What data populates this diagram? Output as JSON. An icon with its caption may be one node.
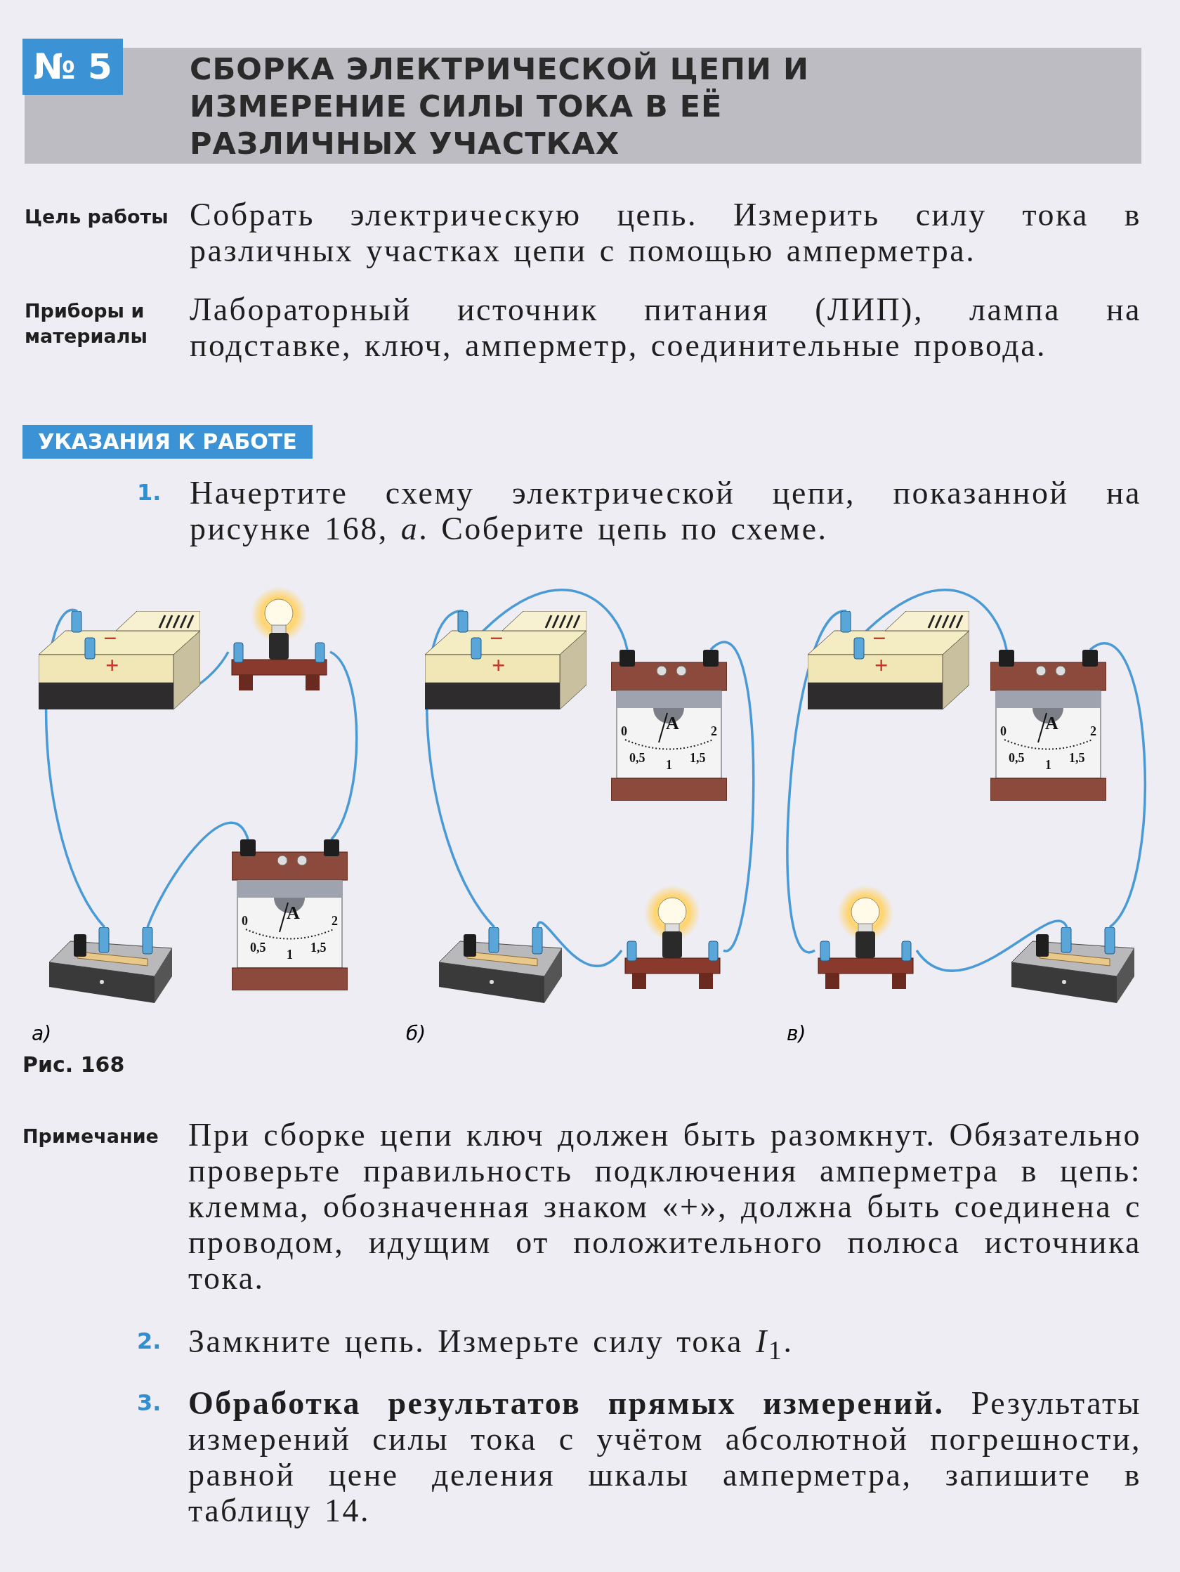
{
  "diagram": {
    "title": "СБОРКА ЭЛЕКТРИЧЕСКОЙ ЦЕПИ И ИЗМЕРЕНИЕ СИЛЫ ТОКА В ЕЁ РАЗЛИЧНЫХ УЧАСТКАХ",
    "nodes": [
      {
        "text": [
          "−",
          "+"
        ]
      },
      {
        "text": [],
        "shape": "picture"
      },
      {
        "text": [
          "0",
          "A",
          "2",
          "0,5",
          "1",
          "1,5"
        ]
      },
      {
        "text": [],
        "shape": "picture"
      },
      {
        "text": [
          "−",
          "+"
        ]
      },
      {
        "text": [
          "0",
          "A",
          "2",
          "0,5",
          "1",
          "1,5"
        ]
      },
      {
        "text": [],
        "shape": "picture"
      },
      {
        "text": [],
        "shape": "picture"
      },
      {
        "text": [
          "−",
          "+"
        ]
      },
      {
        "text": [
          "0",
          "A",
          "2",
          "0,5",
          "1",
          "1,5"
        ]
      },
      {
        "text": [],
        "shape": "picture"
      },
      {
        "text": [],
        "shape": "picture"
      }
    ],
    "edges": [
      {
        "from": 0,
        "to": 1,
        "arrow": "none"
      },
      {
        "from": 1,
        "to": 2,
        "arrow": "none"
      },
      {
        "from": 2,
        "to": 3,
        "arrow": "none"
      },
      {
        "from": 3,
        "to": 0,
        "arrow": "none"
      },
      {
        "from": 4,
        "to": 5,
        "arrow": "none"
      },
      {
        "from": 5,
        "to": 7,
        "arrow": "none"
      },
      {
        "from": 7,
        "to": 6,
        "arrow": "none"
      },
      {
        "from": 6,
        "to": 4,
        "arrow": "none"
      },
      {
        "from": 8,
        "to": 9,
        "arrow": "none"
      },
      {
        "from": 9,
        "to": 11,
        "arrow": "none"
      },
      {
        "from": 11,
        "to": 10,
        "arrow": "none"
      },
      {
        "from": 10,
        "to": 8,
        "arrow": "none"
      }
    ],
    "labels": [
      "№ 5",
      "Цель работы",
      "Собрать электрическую цепь. Измерить силу тока в различных участках цепи с помощью амперметра.",
      "Приборы и материалы",
      "Лабораторный источник питания (ЛИП), лампа на подставке, ключ, амперметр, соединительные провода.",
      "УКАЗАНИЯ К РАБОТЕ",
      "1.",
      "Начертите схему электрической цепи, показанной на рисунке 168, *а*. Соберите цепь по схеме.",
      "а)",
      "б)",
      "в)",
      "Рис. 168",
      "Примечание",
      "При сборке цепи ключ должен быть разомкнут. Обязательно проверьте правильность подключения амперметра в цепь: клемма, обозначенная знаком «+», должна быть соединена с проводом, идущим от положительного полюса источника тока.",
      "2.",
      "Замкните цепь. Измерьте силу тока *I*$_{1}$.",
      "3.",
      "**Обработка результатов прямых измерений.** Результаты измерений силы тока с учётом абсолютной погрешности, равной цене деления шкалы амперметра, запишите в таблицу 14."
    ]
  }
}
